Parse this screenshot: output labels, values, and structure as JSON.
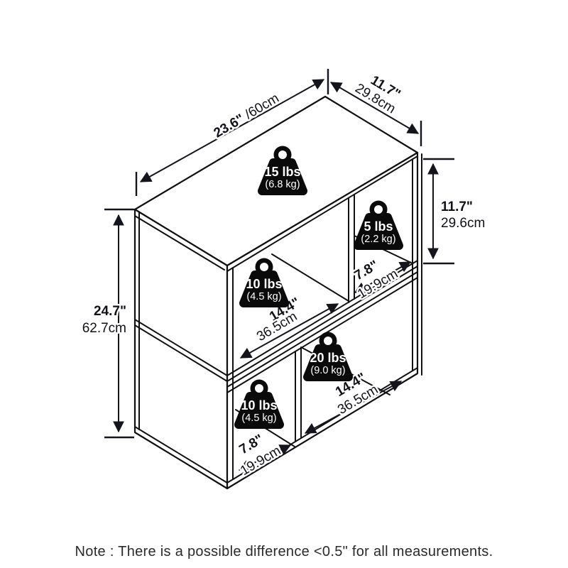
{
  "dims": {
    "top_width": {
      "in": "23.6\"",
      "cm": " /60cm"
    },
    "top_depth": {
      "in": "11.7\"",
      "cm": "29.8cm"
    },
    "left_height": {
      "in": "24.7\"",
      "cm": "62.7cm"
    },
    "right_height": {
      "in": "11.7\"",
      "cm": "29.6cm"
    },
    "top_large": {
      "in": "14.4\"",
      "cm": "36.5cm"
    },
    "top_small": {
      "in": "7.8\"",
      "cm": "19.9cm"
    },
    "bottom_large": {
      "in": "14.4\"",
      "cm": "36.5cm"
    },
    "bottom_small": {
      "in": "7.8\"",
      "cm": "19.9cm"
    }
  },
  "weights": {
    "top_panel": {
      "lbs": "15 lbs",
      "kg": "(6.8 kg)"
    },
    "top_small": {
      "lbs": "5 lbs",
      "kg": "(2.2 kg)"
    },
    "top_large": {
      "lbs": "10 lbs",
      "kg": "(4.5 kg)"
    },
    "bottom_large": {
      "lbs": "20 lbs",
      "kg": "(9.0 kg)"
    },
    "bottom_small": {
      "lbs": "10 lbs",
      "kg": "(4.5 kg)"
    }
  },
  "note": "Note : There is a possible difference <0.5\" for all measurements."
}
